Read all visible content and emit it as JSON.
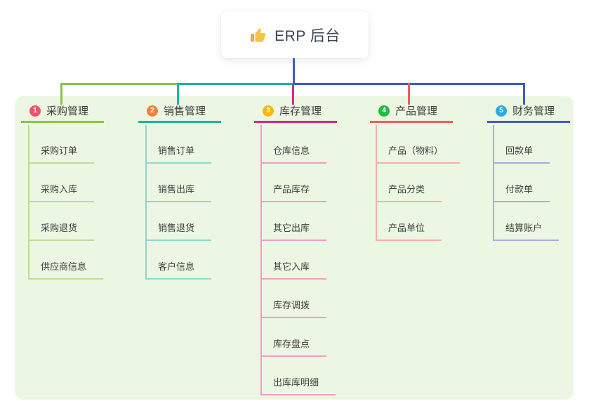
{
  "root": {
    "title": "ERP 后台",
    "icon": "thumbs-up-icon"
  },
  "theme": {
    "page_bg": "#ffffff",
    "panel_bg": "#ebf7e3",
    "root_stem_color": "#4459c4",
    "text_color": "#3d3d3d"
  },
  "branches": [
    {
      "badge": "1",
      "label": "采购管理",
      "badge_color": "#f4516c",
      "line_color": "#8bc34a",
      "light_line_color": "#bcdc96",
      "children": [
        "采购订单",
        "采购入库",
        "采购退货",
        "供应商信息"
      ]
    },
    {
      "badge": "2",
      "label": "销售管理",
      "badge_color": "#f5803e",
      "line_color": "#1fb2a6",
      "light_line_color": "#8ed8d0",
      "children": [
        "销售订单",
        "销售出库",
        "销售退货",
        "客户信息"
      ]
    },
    {
      "badge": "3",
      "label": "库存管理",
      "badge_color": "#fdb515",
      "line_color": "#d9258d",
      "light_line_color": "#f29bc9",
      "children": [
        "仓库信息",
        "产品库存",
        "其它出库",
        "其它入库",
        "库存调拨",
        "库存盘点",
        "出库库明细"
      ]
    },
    {
      "badge": "4",
      "label": "产品管理",
      "badge_color": "#21ba45",
      "line_color": "#f25c5c",
      "light_line_color": "#f8b0a9",
      "children": [
        "产品（物料）",
        "产品分类",
        "产品单位"
      ]
    },
    {
      "badge": "5",
      "label": "财务管理",
      "badge_color": "#2baae2",
      "line_color": "#4459c4",
      "light_line_color": "#a3b0dd",
      "children": [
        "回款单",
        "付款单",
        "结算账户"
      ]
    }
  ]
}
